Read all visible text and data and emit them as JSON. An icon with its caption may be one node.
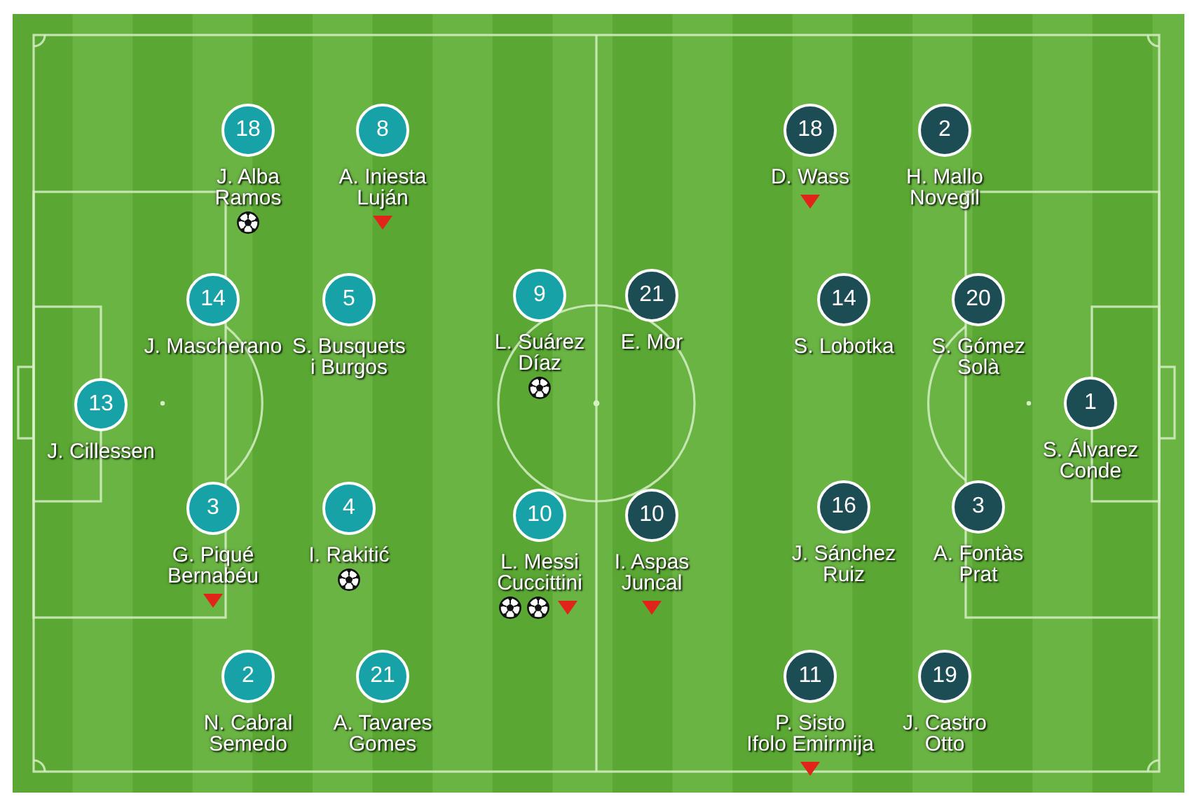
{
  "diagram": {
    "nodes": [
      {
        "text": [
          "18"
        ],
        "beside": [
          "J. Alba",
          "Ramos"
        ]
      },
      {
        "text": [
          "8"
        ],
        "beside": [
          "A. Iniesta",
          "Luján"
        ]
      },
      {
        "text": [
          "18"
        ],
        "beside": [
          "D. Wass"
        ]
      },
      {
        "text": [
          "2"
        ],
        "beside": [
          "H. Mallo",
          "Novegil"
        ]
      },
      {
        "text": [
          "14"
        ],
        "beside": [
          "J. Mascherano"
        ]
      },
      {
        "text": [
          "5"
        ],
        "beside": [
          "S. Busquets",
          "i Burgos"
        ]
      },
      {
        "text": [
          "9"
        ],
        "beside": [
          "L. Suárez",
          "Díaz"
        ]
      },
      {
        "text": [
          "21"
        ],
        "beside": [
          "E. Mor"
        ]
      },
      {
        "text": [
          "14"
        ],
        "beside": [
          "S. Lobotka"
        ]
      },
      {
        "text": [
          "20"
        ],
        "beside": [
          "S. Gómez",
          "Solà"
        ]
      },
      {
        "text": [
          "13"
        ],
        "beside": [
          "J. Cillessen"
        ]
      },
      {
        "text": [
          "1"
        ],
        "beside": [
          "S. Álvarez",
          "Conde"
        ]
      },
      {
        "text": [
          "3"
        ],
        "beside": [
          "G. Piqué",
          "Bernabéu"
        ]
      },
      {
        "text": [
          "4"
        ],
        "beside": [
          "I. Rakitić"
        ]
      },
      {
        "text": [
          "10"
        ],
        "beside": [
          "L. Messi",
          "Cuccittini"
        ]
      },
      {
        "text": [
          "10"
        ],
        "beside": [
          "I. Aspas",
          "Juncal"
        ]
      },
      {
        "text": [
          "16"
        ],
        "beside": [
          "J. Sánchez",
          "Ruiz"
        ]
      },
      {
        "text": [
          "3"
        ],
        "beside": [
          "A. Fontàs",
          "Prat"
        ]
      },
      {
        "text": [
          "2"
        ],
        "beside": [
          "N. Cabral",
          "Semedo"
        ]
      },
      {
        "text": [
          "21"
        ],
        "beside": [
          "A. Tavares",
          "Gomes"
        ]
      },
      {
        "text": [
          "11"
        ],
        "beside": [
          "P. Sisto",
          "Ifolo Emirmija"
        ]
      },
      {
        "text": [
          "19"
        ],
        "beside": [
          "J. Castro",
          "Otto"
        ]
      }
    ]
  }
}
